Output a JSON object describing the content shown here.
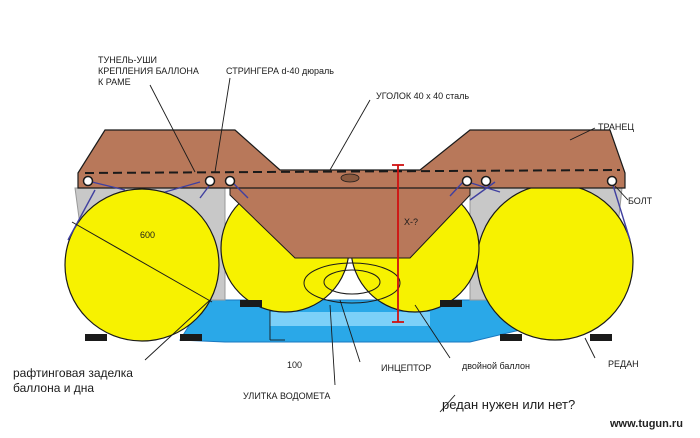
{
  "labels": {
    "tunnel": [
      "ТУНЕЛЬ-УШИ",
      "КРЕПЛЕНИЯ БАЛЛОНА",
      "К РАМЕ"
    ],
    "stringers": "СТРИНГЕРА d-40 дюраль",
    "angle": "УГОЛОК 40 х 40 сталь",
    "transom": "ТРАНЕЦ",
    "bolt": "БОЛТ",
    "dim_600": "600",
    "dim_x": "Х-?",
    "dim_100": "100",
    "rafting": [
      "рафтинговая заделка",
      "баллона и дна"
    ],
    "snail": "УЛИТКА ВОДОМЕТА",
    "intake": "ИНЦЕПТОР",
    "double_tube": "двойной баллон",
    "step": "РЕДАН",
    "question": "редан нужен или нет?"
  },
  "watermark": "www.tugun.ru",
  "colors": {
    "wood": "#b8785a",
    "wood_dark": "#8a5a40",
    "tube": "#f7f200",
    "tube_dark": "#c8c400",
    "hull_blue": "#2aa8e8",
    "hull_blue_dark": "#1a78c0",
    "steel": "#c8c8c8",
    "stringer_line": "#4040a0",
    "red": "#d01010"
  }
}
